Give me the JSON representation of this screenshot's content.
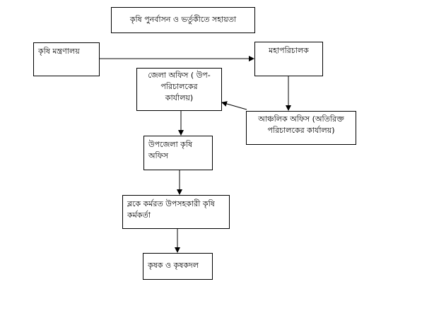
{
  "title": "কৃষি পুনর্বাসন ও ভর্তুকীতে সহায়তা",
  "nodes": {
    "ministry": "কৃষি মন্ত্রণালয়",
    "director_general": "মহাপরিচালক",
    "district_office": "জেলা অফিস ( উপ-পরিচালকের কার্যালয়)",
    "regional_office": "আঞ্চলিক অফিস (অতিরিক্ত পরিচালকের কার্যালয়)",
    "upazila_office": "উপজেলা কৃষি অফিস",
    "block_officer": "ব্লকে কর্মরত উপসহকারী কৃষি কর্মকর্তা",
    "farmers": "কৃষক ও কৃষকদল"
  }
}
